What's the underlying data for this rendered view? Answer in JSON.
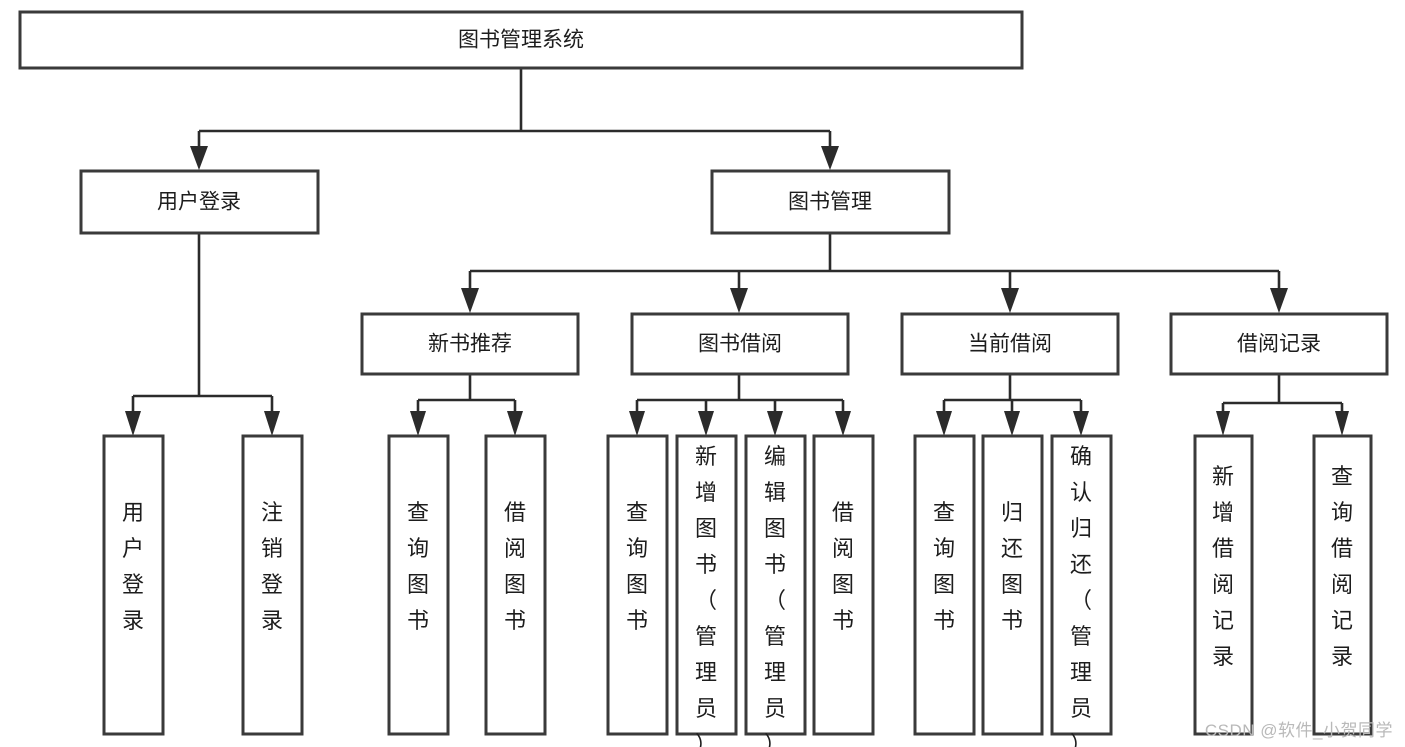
{
  "diagram": {
    "type": "tree-hierarchy",
    "title": "图书管理系统",
    "orientation": "top-down",
    "watermark": "CSDN @软件_小贺同学",
    "colors": {
      "background": "#ffffff",
      "box_stroke": "#3a3a3a",
      "connector": "#2b2b2b",
      "text": "#1d1d1d",
      "watermark": "#b9b9b9"
    },
    "root": {
      "label": "图书管理系统",
      "orientation": "horizontal"
    },
    "level2": [
      {
        "label": "用户登录",
        "orientation": "horizontal"
      },
      {
        "label": "图书管理",
        "orientation": "horizontal"
      }
    ],
    "level3": [
      {
        "label": "新书推荐",
        "orientation": "horizontal"
      },
      {
        "label": "图书借阅",
        "orientation": "horizontal"
      },
      {
        "label": "当前借阅",
        "orientation": "horizontal"
      },
      {
        "label": "借阅记录",
        "orientation": "horizontal"
      }
    ],
    "leaves": {
      "user_login": [
        {
          "label": "用户登录",
          "orientation": "vertical"
        },
        {
          "label": "注销登录",
          "orientation": "vertical"
        }
      ],
      "new_book_recommend": [
        {
          "label": "查询图书",
          "orientation": "vertical"
        },
        {
          "label": "借阅图书",
          "orientation": "vertical"
        }
      ],
      "book_borrow": [
        {
          "label": "查询图书",
          "orientation": "vertical"
        },
        {
          "label": "新增图书（管理员）",
          "orientation": "vertical"
        },
        {
          "label": "编辑图书（管理员）",
          "orientation": "vertical"
        },
        {
          "label": "借阅图书",
          "orientation": "vertical"
        }
      ],
      "current_borrow": [
        {
          "label": "查询图书",
          "orientation": "vertical"
        },
        {
          "label": "归还图书",
          "orientation": "vertical"
        },
        {
          "label": "确认归还（管理员）",
          "orientation": "vertical"
        }
      ],
      "borrow_records": [
        {
          "label": "新增借阅记录",
          "orientation": "vertical"
        },
        {
          "label": "查询借阅记录",
          "orientation": "vertical"
        }
      ]
    }
  }
}
